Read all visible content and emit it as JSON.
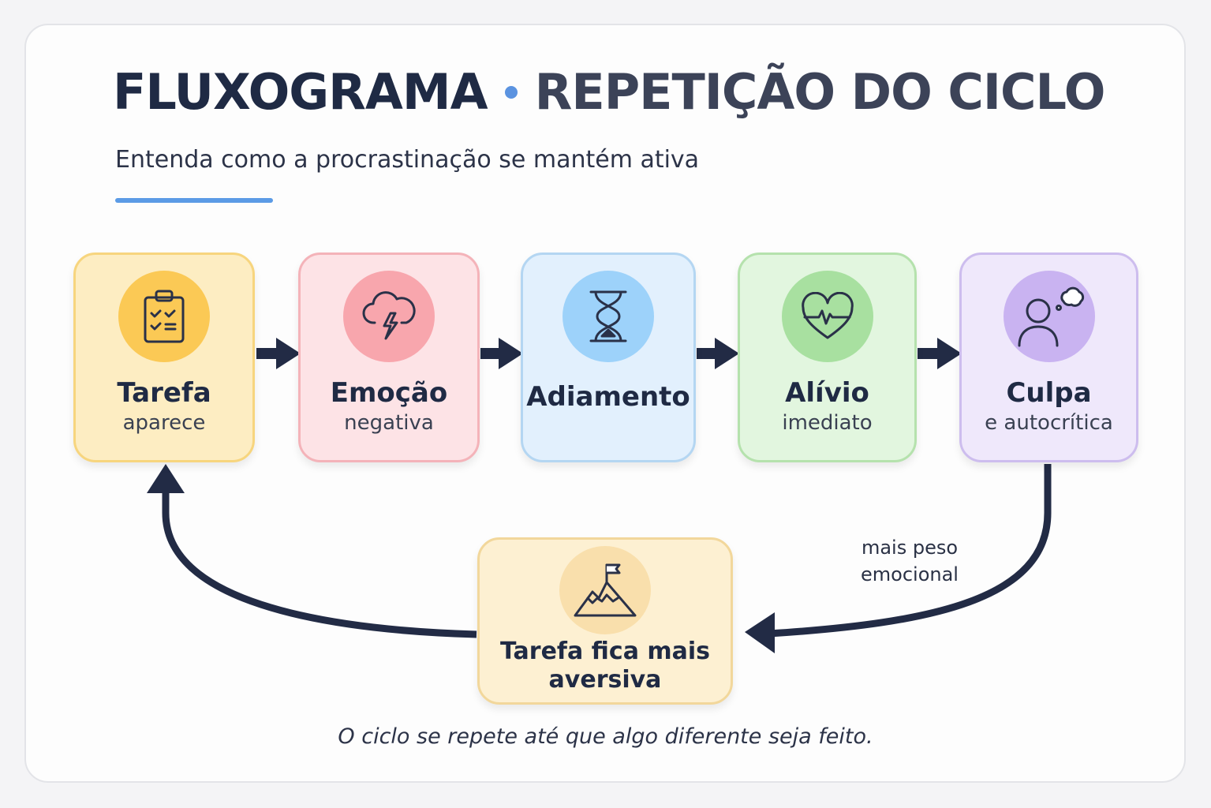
{
  "header": {
    "title_part1": "FLUXOGRAMA",
    "title_part2": "REPETIÇÃO DO CICLO",
    "subtitle": "Entenda como a procrastinação se mantém ativa"
  },
  "nodes": [
    {
      "label": "Tarefa",
      "sub": "aparece",
      "icon": "clipboard-checklist-icon",
      "color": "#fbc955"
    },
    {
      "label": "Emoção",
      "sub": "negativa",
      "icon": "storm-cloud-icon",
      "color": "#f8a6ad"
    },
    {
      "label": "Adiamento",
      "sub": "",
      "icon": "hourglass-icon",
      "color": "#9dd2fa"
    },
    {
      "label": "Alívio",
      "sub": "imediato",
      "icon": "heart-pulse-icon",
      "color": "#a8e0a0"
    },
    {
      "label": "Culpa",
      "sub": "e autocrítica",
      "icon": "person-thought-icon",
      "color": "#c9b3f1"
    }
  ],
  "bottom_node": {
    "label": "Tarefa fica mais aversiva",
    "icon": "mountain-flag-icon",
    "color": "#f9dfac"
  },
  "loop_note": "mais peso emocional",
  "footer": "O ciclo se repete até que algo diferente seja feito.",
  "colors": {
    "accent": "#5b9be6",
    "arrow": "#222b45",
    "title": "#1f2a44"
  }
}
